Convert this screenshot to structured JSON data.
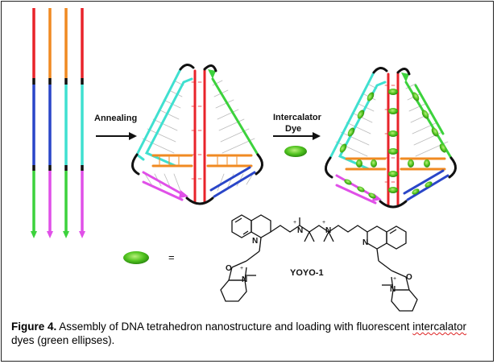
{
  "labels": {
    "annealing": "Annealing",
    "intercalator_line1": "Intercalator",
    "intercalator_line2": "Dye",
    "equals": "=",
    "yoyo": "YOYO-1"
  },
  "chem_atoms": {
    "n": "N",
    "o": "O",
    "plus": "+"
  },
  "caption": {
    "figure_label": "Figure 4.",
    "text_part1": " Assembly of DNA tetrahedron nanostructure and loading with fluorescent ",
    "misspelled_word": "intercalator",
    "text_part2": " dyes (green ellipses)."
  },
  "colors": {
    "red": "#e8232a",
    "orange": "#f08a22",
    "cyan": "#3fe0d0",
    "magenta": "#e050e8",
    "green": "#3cd23c",
    "blue": "#2a46c8",
    "black": "#111111",
    "dye": "#4fc21e"
  }
}
